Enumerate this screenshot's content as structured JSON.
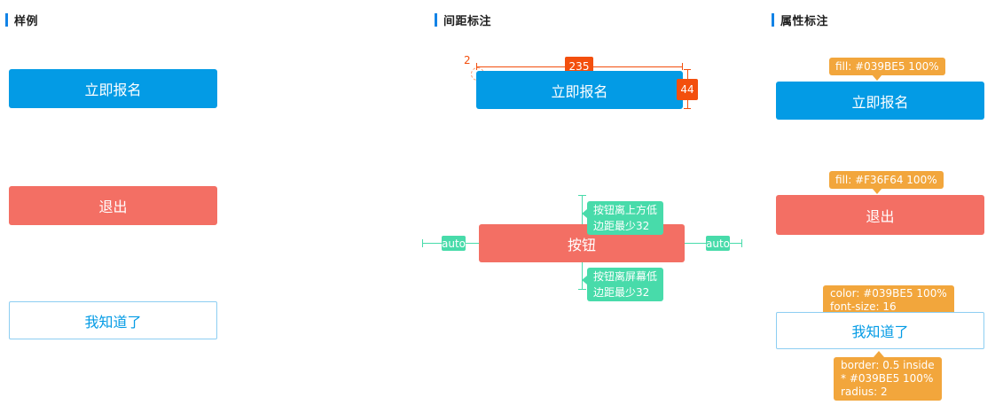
{
  "colors": {
    "primary_blue": "#039BE5",
    "danger_red": "#F36F64",
    "spacing_teal": "#48DBAA",
    "property_orange": "#F2A63C",
    "measure_orange_red": "#F34F0D",
    "header_bar_blue": "#1283E6",
    "ghost_border_blue": "#8DCEF2"
  },
  "sections": {
    "sample": {
      "title": "样例"
    },
    "spacing": {
      "title": "间距标注"
    },
    "attributes": {
      "title": "属性标注"
    }
  },
  "sample": {
    "primary_button": "立即报名",
    "danger_button": "退出",
    "ghost_button": "我知道了"
  },
  "spacing": {
    "button_label": "立即报名",
    "width_value": "235",
    "height_value": "44",
    "radius_value": "2",
    "center_button_label": "按钮",
    "auto_left": "auto",
    "auto_right": "auto",
    "top_note_line1": "按钮离上方低",
    "top_note_line2": "边距最少32",
    "bottom_note_line1": "按钮离屏幕低",
    "bottom_note_line2": "边距最少32"
  },
  "attributes": {
    "primary_fill_note": "fill: #039BE5 100%",
    "primary_button": "立即报名",
    "danger_fill_note": "fill: #F36F64 100%",
    "danger_button": "退出",
    "ghost_text_note_line1": "color: #039BE5 100%",
    "ghost_text_note_line2": "font-size: 16",
    "ghost_button": "我知道了",
    "ghost_border_note_line1": "border: 0.5 inside",
    "ghost_border_note_line2": " * #039BE5 100%",
    "ghost_border_note_line3": "radius: 2"
  }
}
